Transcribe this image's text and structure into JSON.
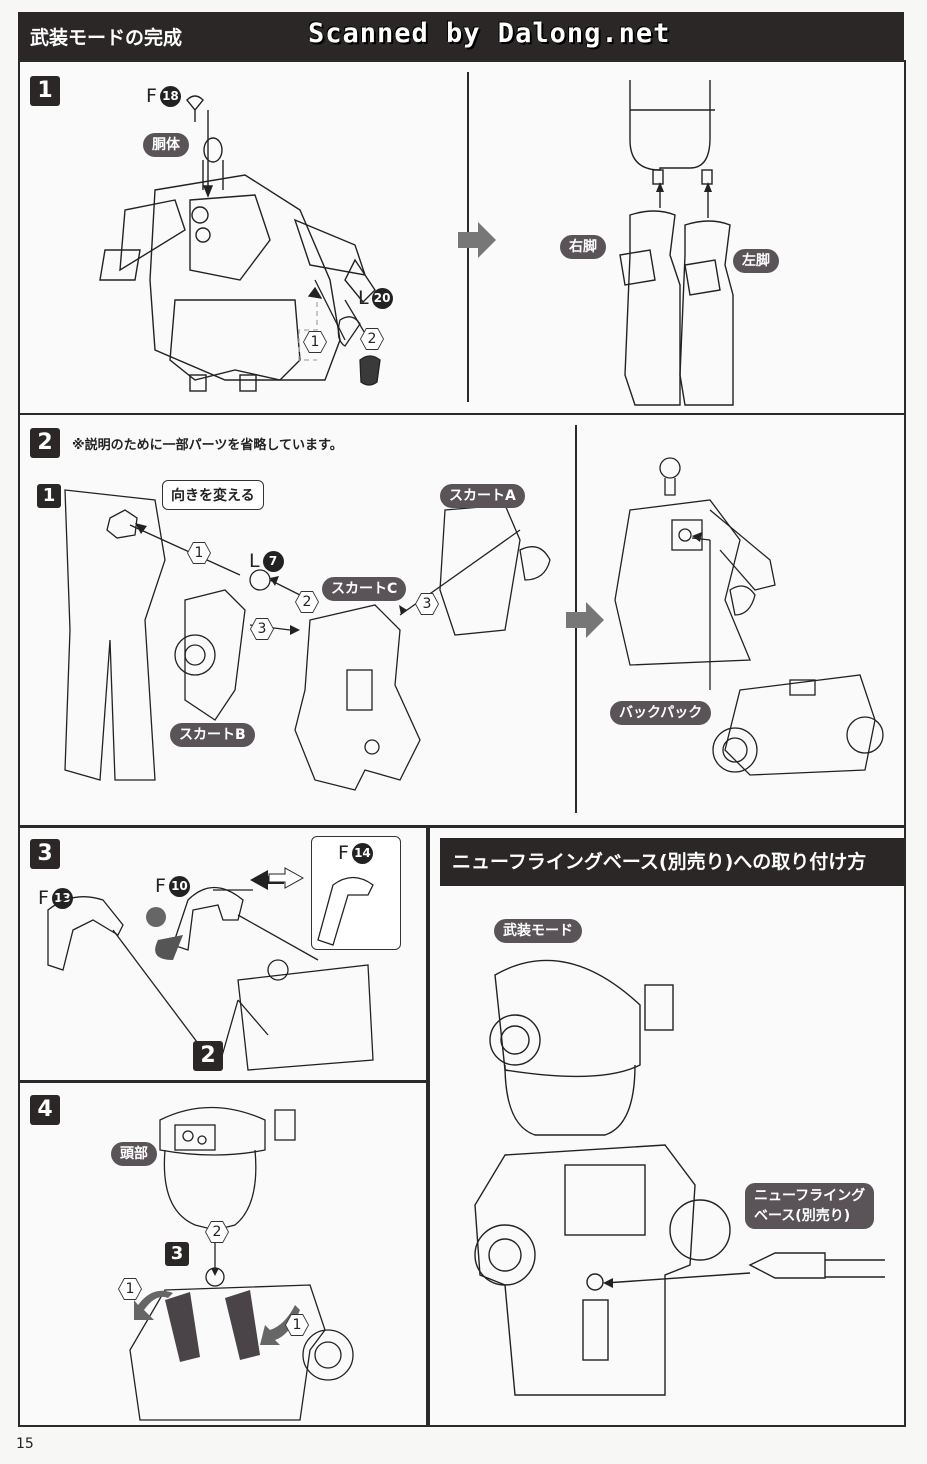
{
  "header": {
    "title": "武装モードの完成",
    "watermark": "Scanned by Dalong.net"
  },
  "step1": {
    "number": "1",
    "part_f": {
      "letter": "F",
      "number": "18"
    },
    "part_l": {
      "letter": "L",
      "number": "20"
    },
    "torso_label": "胴体",
    "right_leg_label": "右脚",
    "left_leg_label": "左脚",
    "order": [
      "1",
      "2"
    ]
  },
  "step2": {
    "number": "2",
    "note": "※説明のために一部パーツを省略しています。",
    "substep": "1",
    "callout": "向きを変える",
    "part_l": {
      "letter": "L",
      "number": "7"
    },
    "skirt_a": "スカートA",
    "skirt_b": "スカートB",
    "skirt_c": "スカートC",
    "backpack": "バックパック",
    "order": [
      "1",
      "2",
      "3",
      "3"
    ]
  },
  "step3": {
    "number": "3",
    "part_f13": {
      "letter": "F",
      "number": "13"
    },
    "part_f10": {
      "letter": "F",
      "number": "10"
    },
    "part_f14": {
      "letter": "F",
      "number": "14"
    },
    "ref_step": "2"
  },
  "step4": {
    "number": "4",
    "head_label": "頭部",
    "ref_step": "3",
    "order": [
      "1",
      "2",
      "1"
    ]
  },
  "flying_base": {
    "title": "ニューフライングベース(別売り)への取り付け方",
    "mode_label": "武装モード",
    "base_label_line1": "ニューフライング",
    "base_label_line2": "ベース(別売り)"
  },
  "page_number": "15"
}
